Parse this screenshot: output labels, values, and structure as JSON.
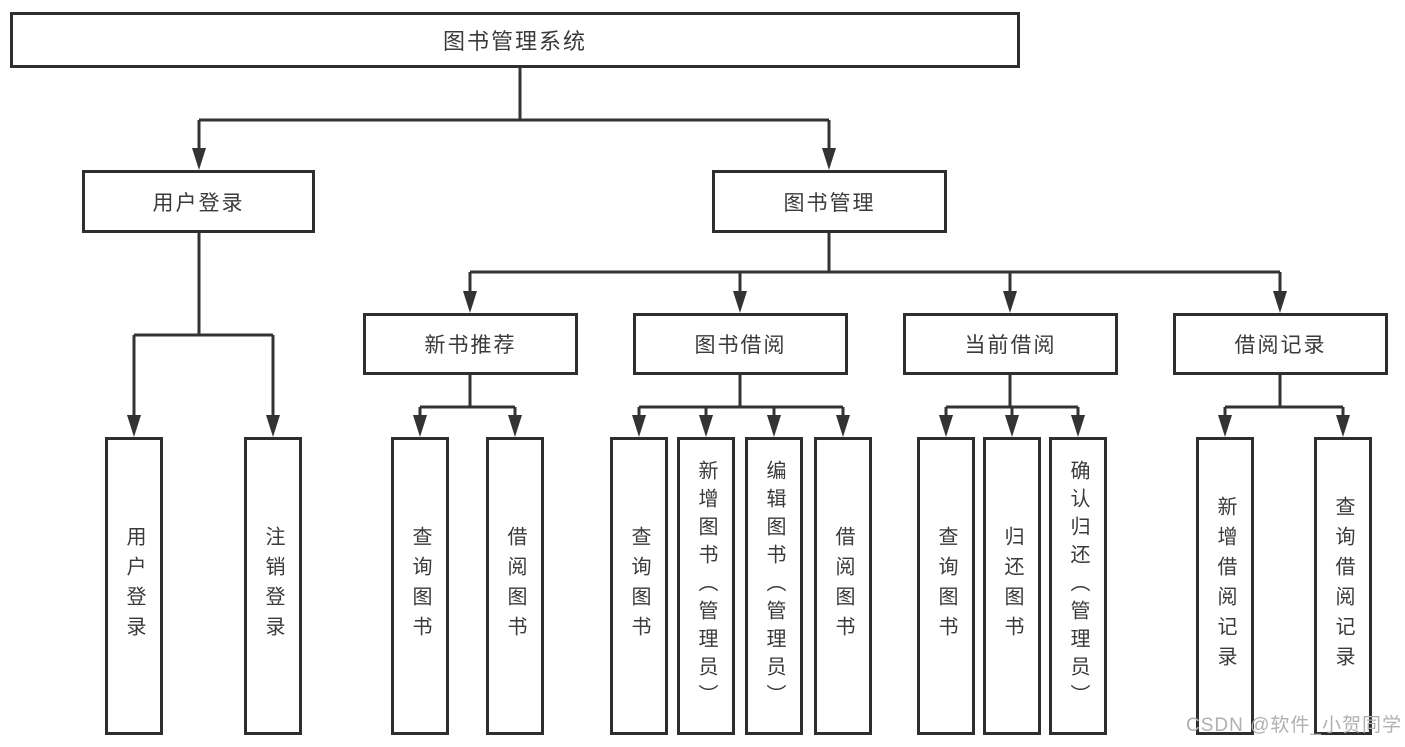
{
  "diagram": {
    "title_node": "图书管理系统",
    "branches": {
      "user": {
        "label": "用户登录",
        "children": [
          "用户登录",
          "注销登录"
        ]
      },
      "book": {
        "label": "图书管理",
        "groups": [
          {
            "label": "新书推荐",
            "children": [
              "查询图书",
              "借阅图书"
            ]
          },
          {
            "label": "图书借阅",
            "children": [
              "查询图书",
              "新增图书（管理员）",
              "编辑图书（管理员）",
              "借阅图书"
            ]
          },
          {
            "label": "当前借阅",
            "children": [
              "查询图书",
              "归还图书",
              "确认归还（管理员）"
            ]
          },
          {
            "label": "借阅记录",
            "children": [
              "新增借阅记录",
              "查询借阅记录"
            ]
          }
        ]
      }
    }
  },
  "watermark": "CSDN @软件_小贺同学",
  "colors": {
    "line": "#333333",
    "box_border": "#2e2e2e",
    "text": "#3a3a3a",
    "watermark": "#b0b0b0",
    "background": "#ffffff"
  }
}
